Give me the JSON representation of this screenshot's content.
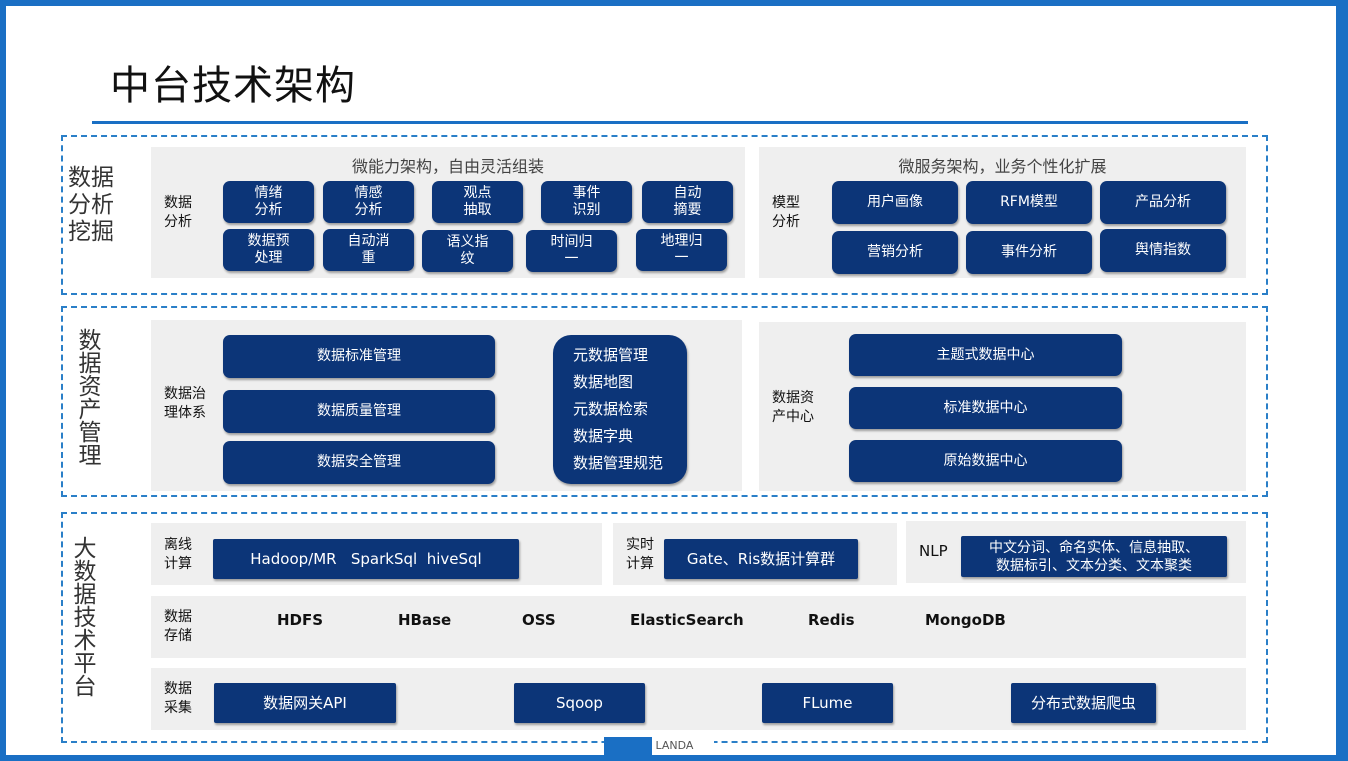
{
  "title": "中台技术架构",
  "layers": {
    "analysis": {
      "label": "数据分析挖掘",
      "left_panel": {
        "title": "微能力架构，自由灵活组装",
        "label": "数据\n分析",
        "items": [
          "情绪分析",
          "情感分析",
          "观点抽取",
          "事件识别",
          "自动摘要",
          "数据预处理",
          "自动消重",
          "语义指纹",
          "时间归一",
          "地理归一"
        ]
      },
      "right_panel": {
        "title": "微服务架构，业务个性化扩展",
        "label": "模型\n分析",
        "items": [
          "用户画像",
          "RFM模型",
          "产品分析",
          "营销分析",
          "事件分析",
          "舆情指数"
        ]
      }
    },
    "asset": {
      "label": "数据资产管理",
      "left_panel": {
        "label": "数据治\n理体系",
        "items": [
          "数据标准管理",
          "数据质量管理",
          "数据安全管理"
        ],
        "meta_items": [
          "元数据管理",
          "数据地图",
          "元数据检索",
          "数据字典",
          "数据管理规范"
        ]
      },
      "right_panel": {
        "label": "数据资\n产中心",
        "items": [
          "主题式数据中心",
          "标准数据中心",
          "原始数据中心"
        ]
      }
    },
    "platform": {
      "label": "大数据技术平台",
      "offline": {
        "label": "离线\n计算",
        "value": "Hadoop/MR   SparkSql  hiveSql"
      },
      "realtime": {
        "label": "实时\n计算",
        "value": "Gate、Ris数据计算群"
      },
      "nlp": {
        "label": "NLP",
        "value": "中文分词、命名实体、信息抽取、\n数据标引、文本分类、文本聚类"
      },
      "storage": {
        "label": "数据\n存储",
        "items": [
          "HDFS",
          "HBase",
          "OSS",
          "ElasticSearch",
          "Redis",
          "MongoDB"
        ]
      },
      "collect": {
        "label": "数据\n采集",
        "items": [
          "数据网关API",
          "Sqoop",
          "FLume",
          "分布式数据爬虫"
        ]
      }
    }
  },
  "footer_text": "LANDA",
  "colors": {
    "frame": "#1a6fc4",
    "button": "#0c3578",
    "panel": "#efefef",
    "dash": "#2a7fc8"
  }
}
